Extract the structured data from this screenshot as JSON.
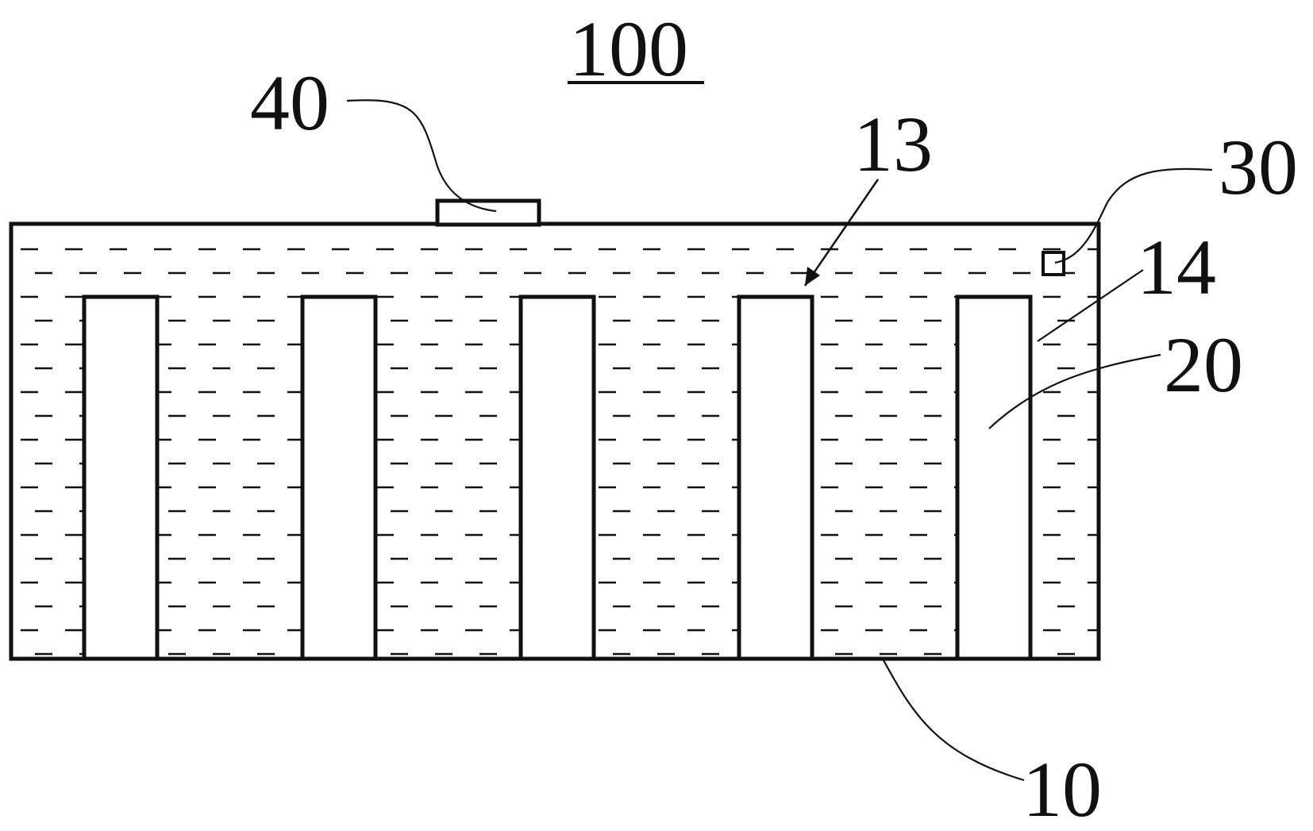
{
  "figure": {
    "title": "100",
    "labels": {
      "enclosure": "10",
      "cooling_medium_side": "13",
      "cooling_medium": "14",
      "battery_cell": "20",
      "sensor": "30",
      "top_component": "40"
    },
    "cell_count": 5,
    "stroke_color": "#111111",
    "background": "#ffffff"
  }
}
